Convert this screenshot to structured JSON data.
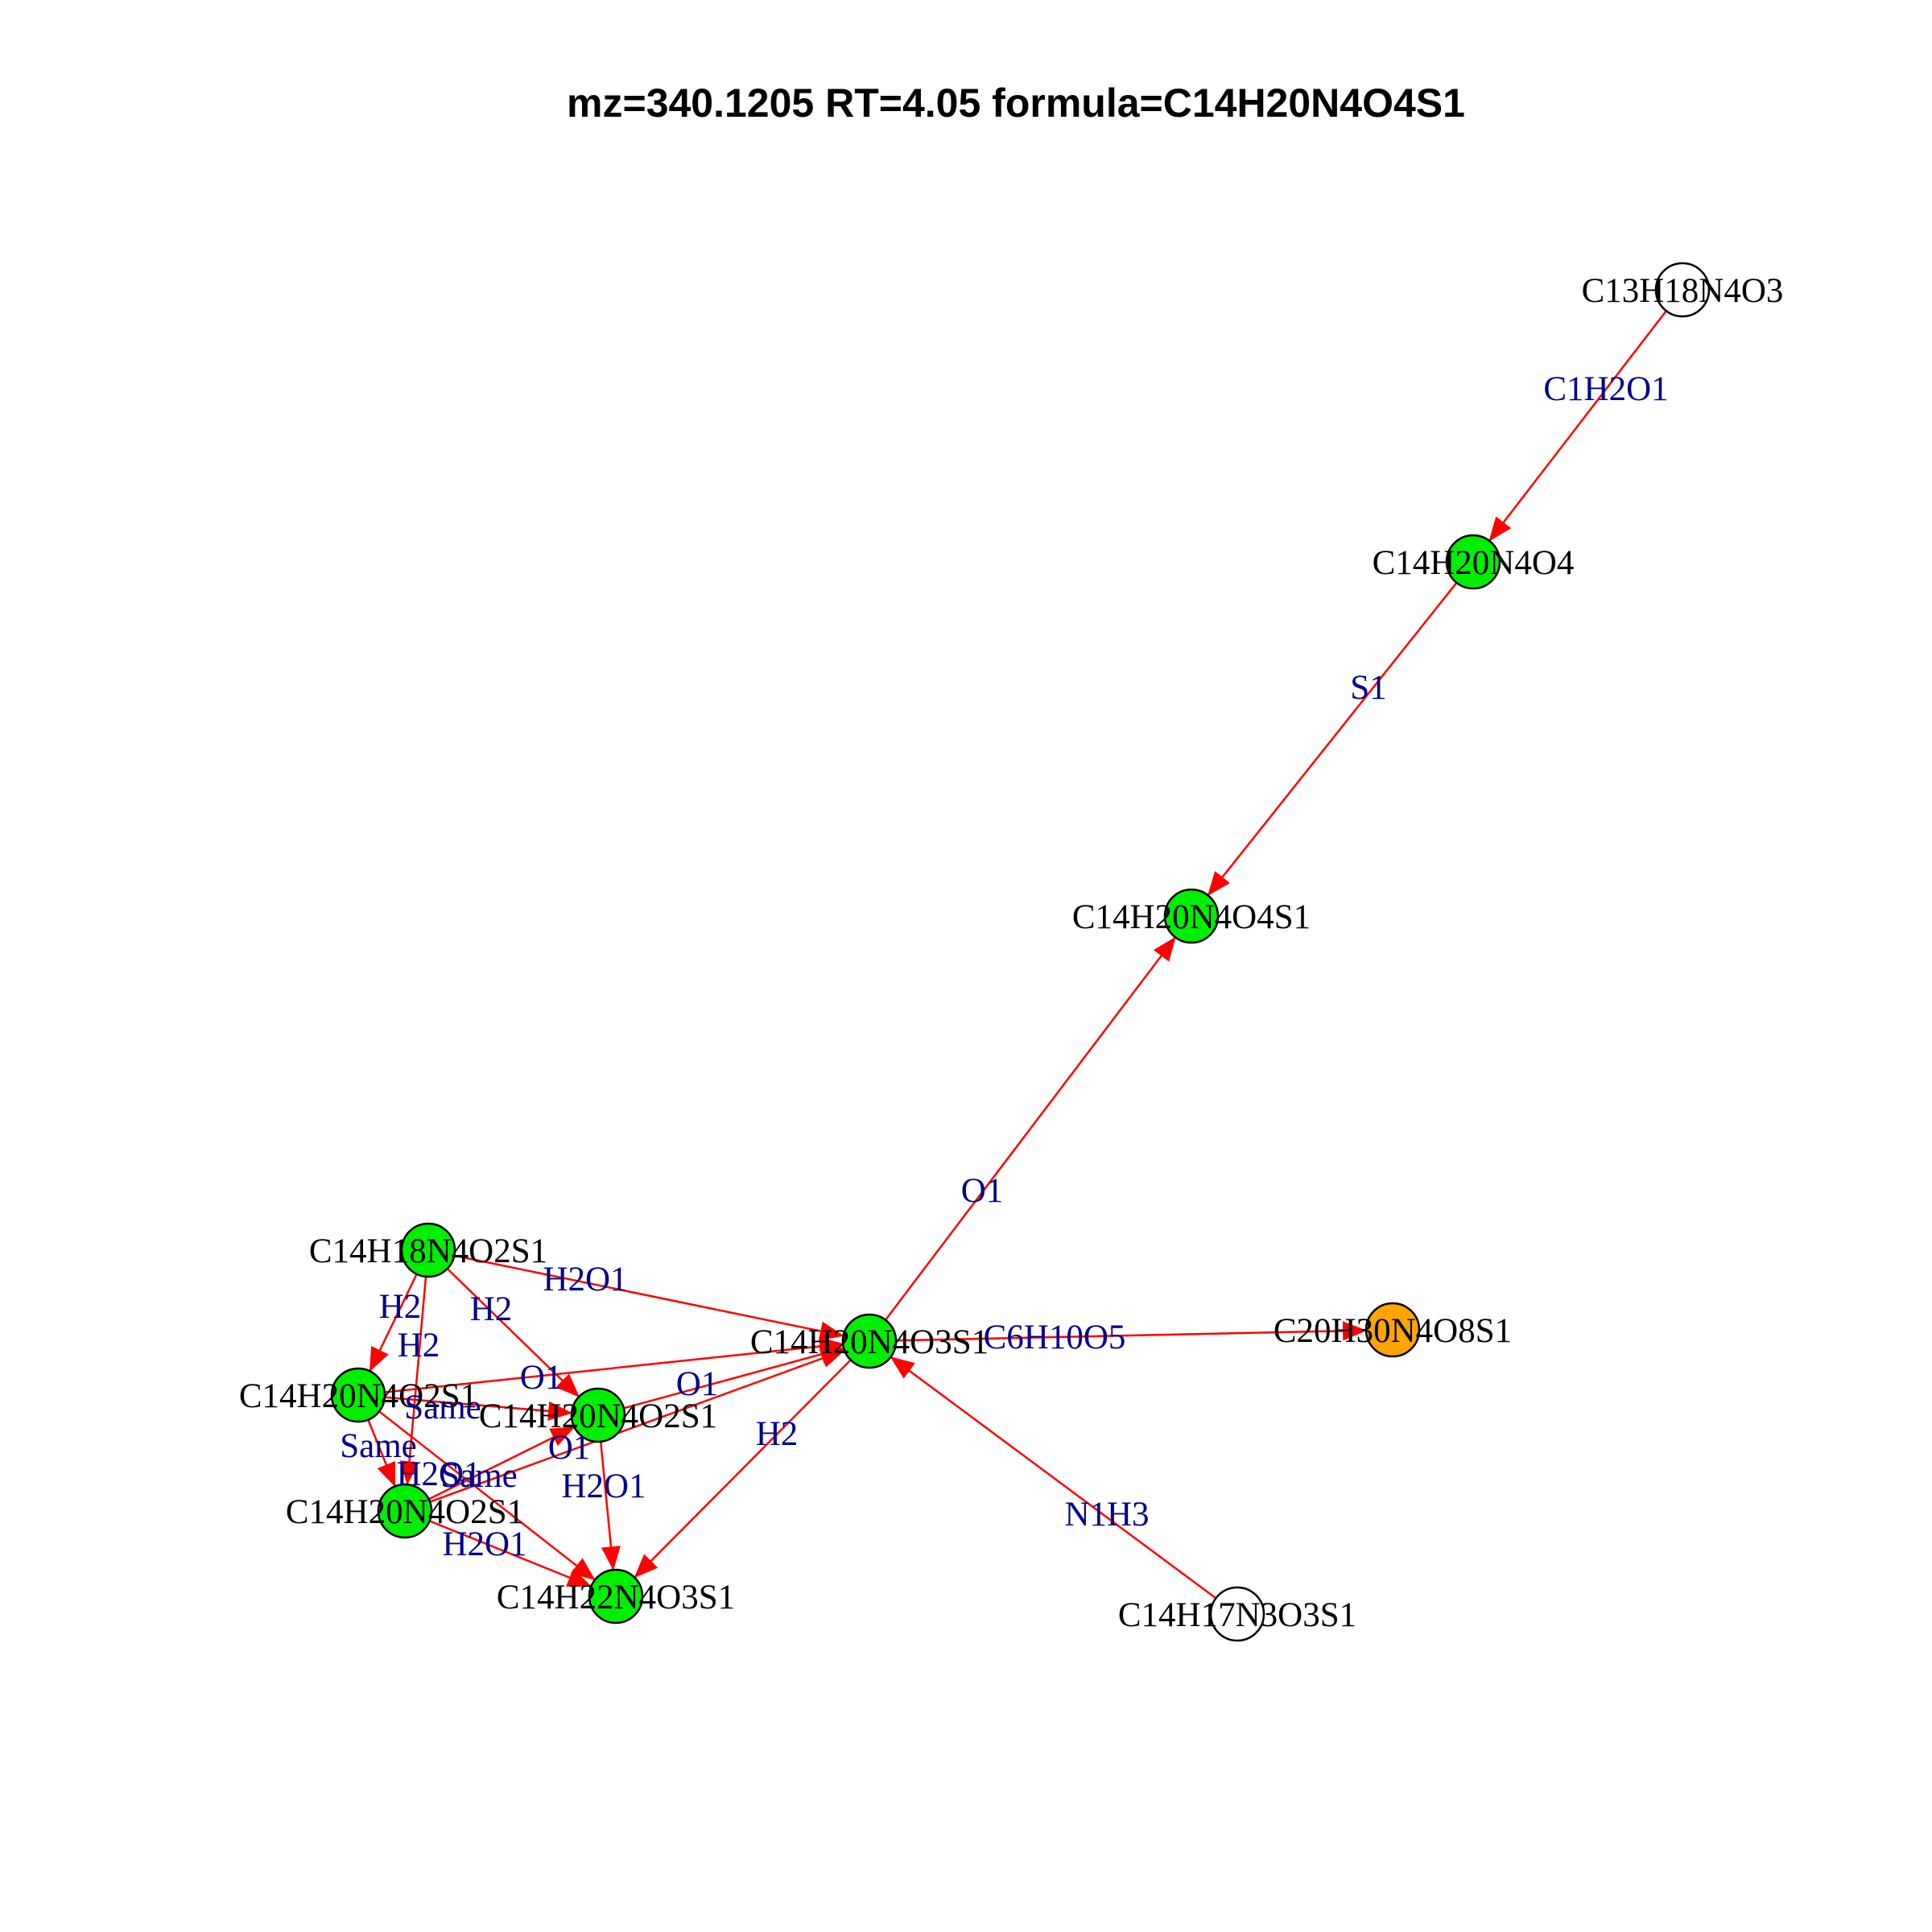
{
  "title": "mz=340.1205 RT=4.05 formula=C14H20N4O4S1",
  "colors": {
    "edge": "#ff0000",
    "edge_label": "#00008b",
    "node_green": "#00ee00",
    "node_orange": "#ffa500",
    "node_white": "#ffffff",
    "node_stroke": "#000000"
  },
  "nodes": [
    {
      "id": "n_c13h18n4o3",
      "label": "C13H18N4O3",
      "fill": "white"
    },
    {
      "id": "n_c14h20n4o4",
      "label": "C14H20N4O4",
      "fill": "green"
    },
    {
      "id": "n_c14h20n4o4s1",
      "label": "C14H20N4O4S1",
      "fill": "green"
    },
    {
      "id": "n_c14h20n4o3s1",
      "label": "C14H20N4O3S1",
      "fill": "green"
    },
    {
      "id": "n_c20h30n4o8s1",
      "label": "C20H30N4O8S1",
      "fill": "orange"
    },
    {
      "id": "n_c14h17n3o3s1",
      "label": "C14H17N3O3S1",
      "fill": "white"
    },
    {
      "id": "n_c14h18n4o2s1",
      "label": "C14H18N4O2S1",
      "fill": "green"
    },
    {
      "id": "n_c14h20n4o2s1_a",
      "label": "C14H20N4O2S1",
      "fill": "green"
    },
    {
      "id": "n_c14h20n4o2s1_b",
      "label": "C14H20N4O2S1",
      "fill": "green"
    },
    {
      "id": "n_c14h20n4o2s1_c",
      "label": "C14H20N4O2S1",
      "fill": "green"
    },
    {
      "id": "n_c14h22n4o3s1",
      "label": "C14H22N4O3S1",
      "fill": "green"
    }
  ],
  "edges": [
    {
      "from": "n_c13h18n4o3",
      "to": "n_c14h20n4o4",
      "label": "C1H2O1"
    },
    {
      "from": "n_c14h20n4o4",
      "to": "n_c14h20n4o4s1",
      "label": "S1"
    },
    {
      "from": "n_c14h20n4o3s1",
      "to": "n_c14h20n4o4s1",
      "label": "O1"
    },
    {
      "from": "n_c14h20n4o3s1",
      "to": "n_c20h30n4o8s1",
      "label": "C6H10O5"
    },
    {
      "from": "n_c14h17n3o3s1",
      "to": "n_c14h20n4o3s1",
      "label": "N1H3"
    },
    {
      "from": "n_c14h20n4o3s1",
      "to": "n_c14h22n4o3s1",
      "label": "H2"
    },
    {
      "from": "n_c14h18n4o2s1",
      "to": "n_c14h20n4o3s1",
      "label": "H2O1"
    },
    {
      "from": "n_c14h18n4o2s1",
      "to": "n_c14h20n4o2s1_a",
      "label": "H2"
    },
    {
      "from": "n_c14h18n4o2s1",
      "to": "n_c14h20n4o2s1_b",
      "label": "H2"
    },
    {
      "from": "n_c14h18n4o2s1",
      "to": "n_c14h20n4o2s1_c",
      "label": "H2"
    },
    {
      "from": "n_c14h20n4o2s1_a",
      "to": "n_c14h20n4o3s1",
      "label": "O1"
    },
    {
      "from": "n_c14h20n4o2s1_b",
      "to": "n_c14h20n4o3s1",
      "label": "O1"
    },
    {
      "from": "n_c14h20n4o2s1_c",
      "to": "n_c14h20n4o3s1",
      "label": "O1"
    },
    {
      "from": "n_c14h20n4o2s1_a",
      "to": "n_c14h20n4o2s1_b",
      "label": "Same"
    },
    {
      "from": "n_c14h20n4o2s1_a",
      "to": "n_c14h20n4o2s1_c",
      "label": "Same"
    },
    {
      "from": "n_c14h20n4o2s1_c",
      "to": "n_c14h20n4o2s1_b",
      "label": "Same"
    },
    {
      "from": "n_c14h20n4o2s1_a",
      "to": "n_c14h22n4o3s1",
      "label": "H2O1"
    },
    {
      "from": "n_c14h20n4o2s1_b",
      "to": "n_c14h22n4o3s1",
      "label": "H2O1"
    },
    {
      "from": "n_c14h20n4o2s1_c",
      "to": "n_c14h22n4o3s1",
      "label": "H2O1"
    }
  ]
}
